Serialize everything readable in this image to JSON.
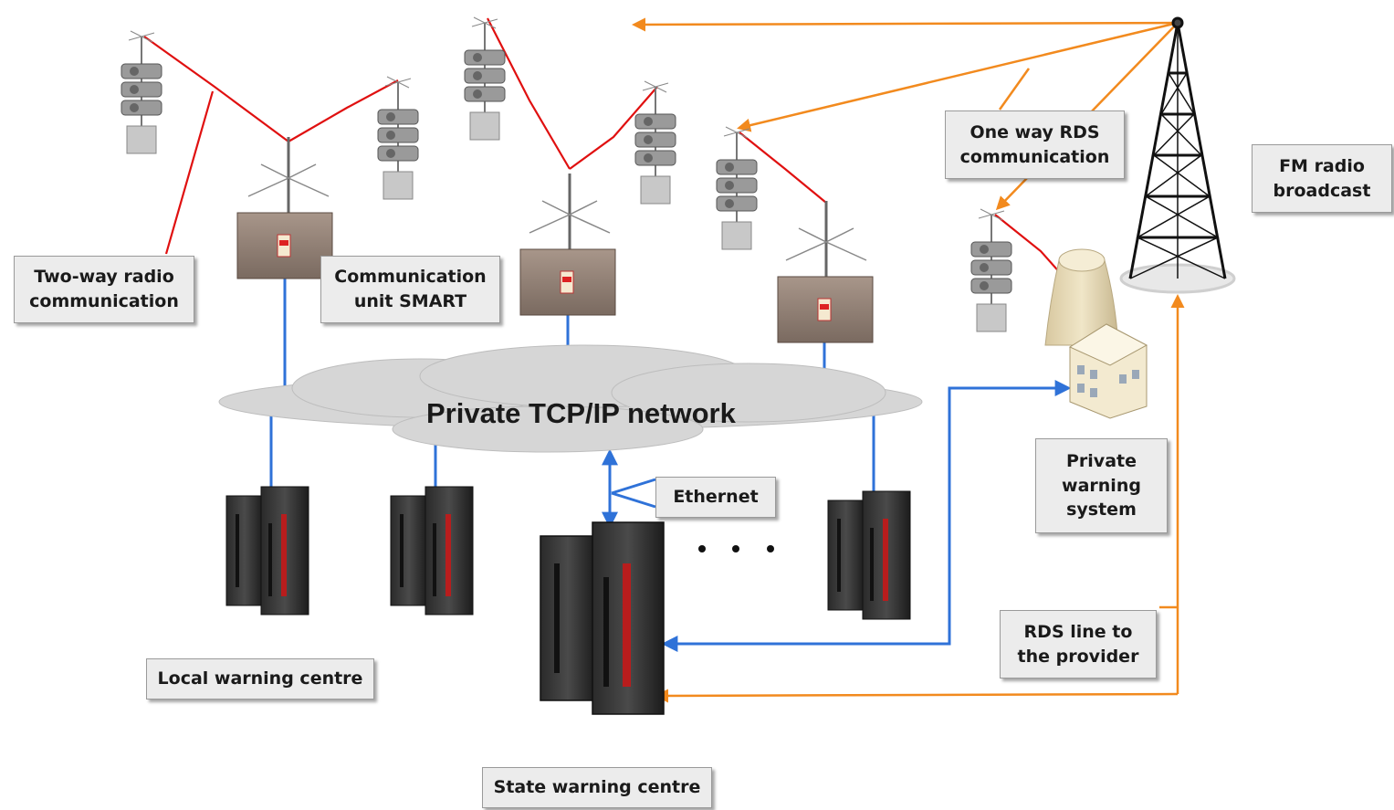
{
  "labels": {
    "two_way_radio": "Two-way radio\ncommunication",
    "communication_unit": "Communication\nunit SMART",
    "one_way_rds": "One way RDS\ncommunication",
    "fm_radio": "FM radio\nbroadcast",
    "network": "Private TCP/IP network",
    "ethernet": "Ethernet",
    "private_warning": "Private\nwarning\nsystem",
    "rds_line": "RDS line to\nthe provider",
    "local_centre": "Local warning centre",
    "state_centre": "State warning centre"
  },
  "icons": {
    "siren": "siren-icon",
    "antenna": "antenna-icon",
    "control_box": "control-box-icon",
    "server": "server-rack-icon",
    "tower": "radio-tower-icon",
    "plant": "power-plant-icon"
  },
  "colors": {
    "radio_link": "#e01010",
    "ethernet_link": "#2f72d8",
    "rds_link": "#f28a1e",
    "cloud": "#d6d6d6"
  }
}
